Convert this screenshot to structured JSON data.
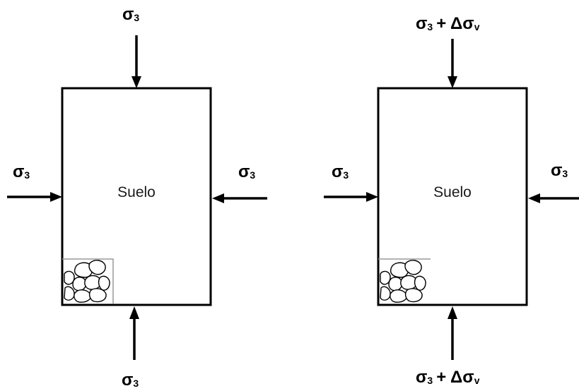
{
  "diagram": {
    "sigma_symbol": "σ",
    "sigma_sub": "3",
    "plus_delta": "+ Δσ",
    "delta_sub": "v",
    "soil_label": "Suelo"
  },
  "colors": {
    "stroke": "#000000",
    "background": "#ffffff",
    "inset_line": "#999999"
  },
  "icons": {
    "soil_grains": "soil-grains-icon",
    "arrow": "arrow-icon"
  }
}
